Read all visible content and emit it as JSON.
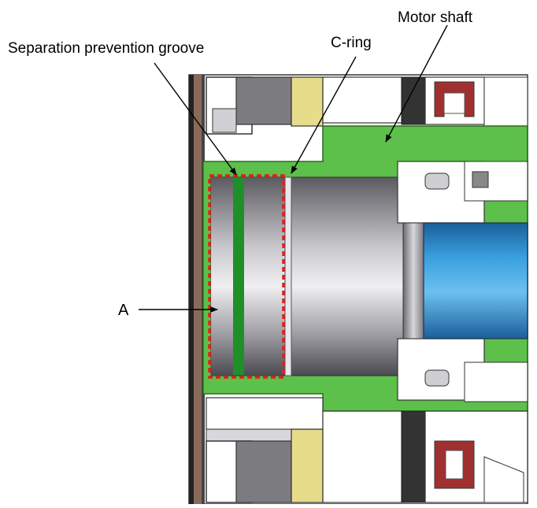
{
  "labels": {
    "motor_shaft": "Motor shaft",
    "separation_groove": "Separation prevention groove",
    "c_ring": "C-ring",
    "a": "A"
  },
  "colors": {
    "shaft_green": "#5cc04a",
    "groove_green": "#1f8f2a",
    "highlight_red": "#e02020",
    "rotor_blue": "#2b8fd0",
    "seal_red": "#a03030",
    "bracket_yellow": "#e6dc8a"
  }
}
